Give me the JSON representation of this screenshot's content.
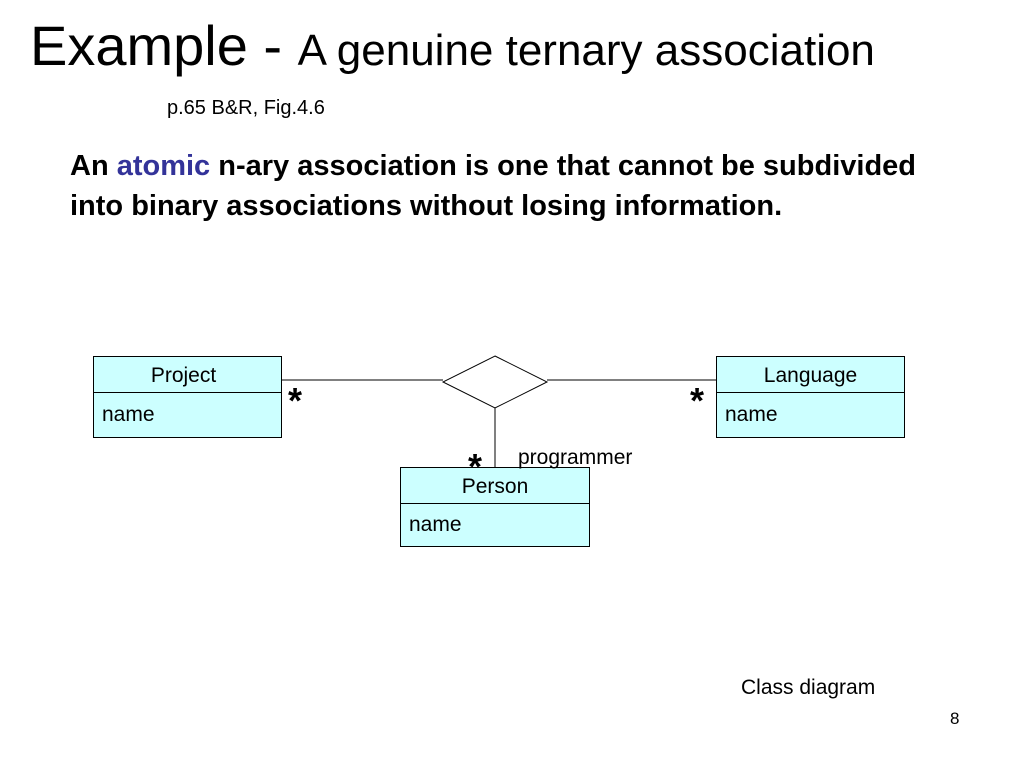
{
  "title": {
    "main": "Example - ",
    "sub": "A genuine ternary association"
  },
  "reference": "p.65 B&R, Fig.4.6",
  "definition": {
    "prefix": "An ",
    "keyword": "atomic",
    "suffix": " n-ary association is one that cannot be subdivided into binary associations without losing information.",
    "keyword_color": "#333399"
  },
  "diagram": {
    "class_fill_color": "#ccffff",
    "classes": {
      "project": {
        "name": "Project",
        "attribute": "name"
      },
      "language": {
        "name": "Language",
        "attribute": "name"
      },
      "person": {
        "name": "Person",
        "attribute": "name"
      }
    },
    "multiplicities": {
      "project": "*",
      "language": "*",
      "person": "*"
    },
    "role": "programmer",
    "association_symbol": "diamond"
  },
  "caption": "Class diagram",
  "page_number": "8"
}
